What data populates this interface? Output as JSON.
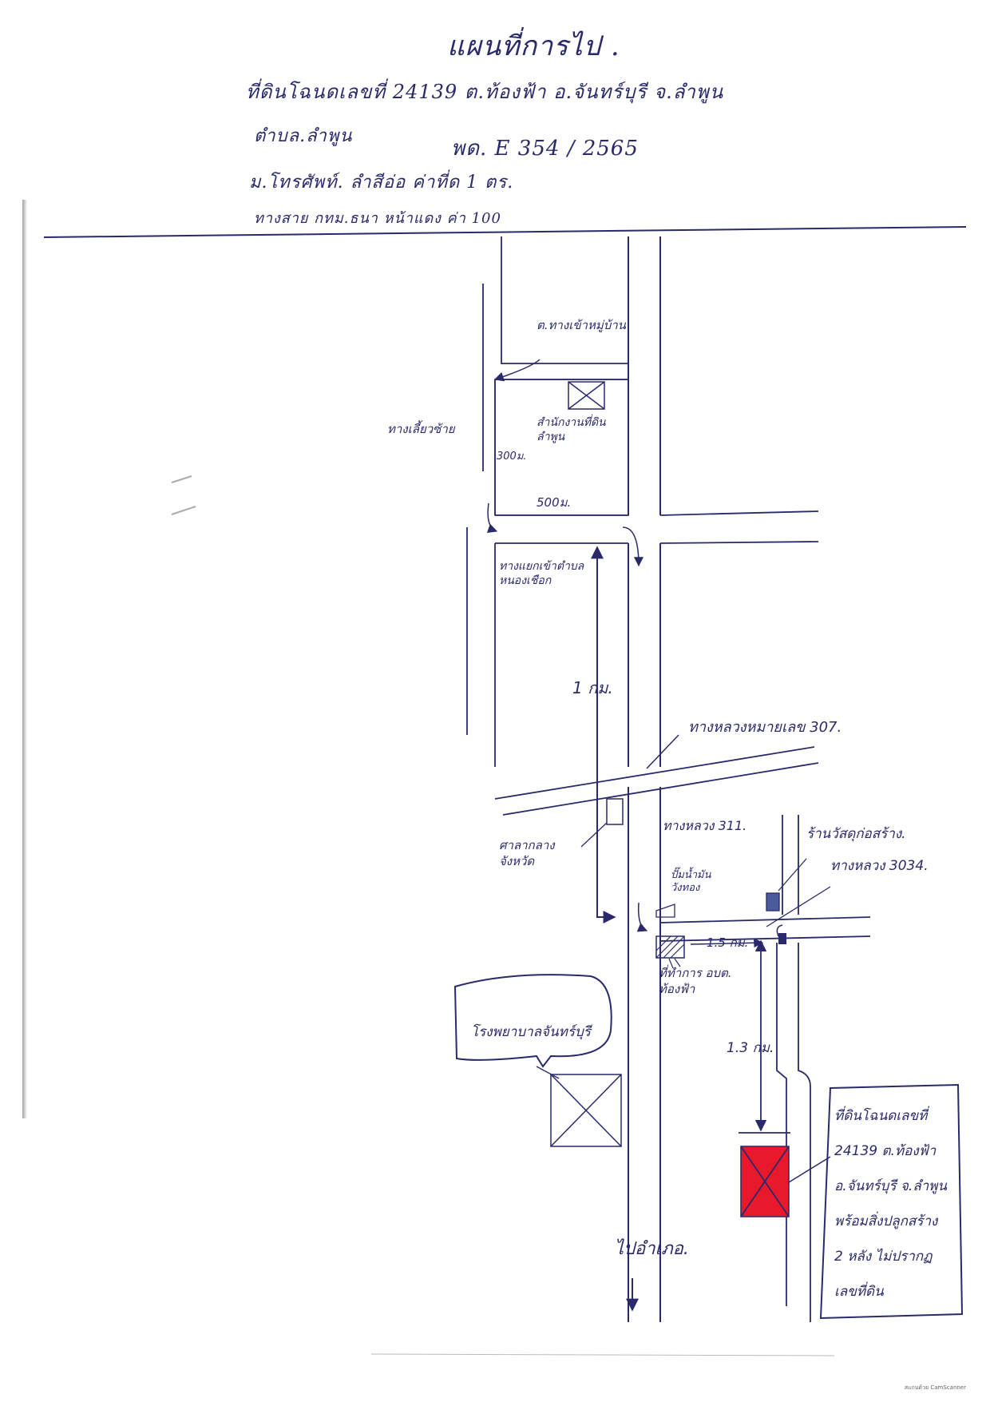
{
  "header": {
    "title": "แผนที่การไป .",
    "line1": "ที่ดินโฉนดเลขที่ 24139   ต.ท้องฟ้า   อ.จันทร์บุรี   จ.ลำพูน",
    "line2_a": "ตำบล.ลำพูน",
    "line2_b": "พด. E 354 / 2565",
    "line3": "ม.โทรศัพท์. ลำสีอ่อ  ค่าที่ด   1 ตร.",
    "line4": "ทางสาย กทม.ธนา   หน้าแดง    ค่า 100"
  },
  "labels": {
    "village_road": "ต.ทางเข้าหมู่บ้าน",
    "land_office": "สำนักงานที่ดิน\nลำพูน",
    "dist_300": "300ม.",
    "dist_500": "500ม.",
    "turn_left": "ทางเลี้ยวซ้าย",
    "intersection": "ทางแยกเข้าตำบล\nหนองเชือก",
    "dist_1km": "1 กม.",
    "highway_307": "ทางหลวงหมายเลข 307.",
    "highway_311": "ทางหลวง 311.",
    "shop": "ร้านวัสดุก่อสร้าง.",
    "highway_3034": "ทางหลวง 3034.",
    "district_office": "ศาลากลาง\nจังหวัด",
    "petrol": "ปั๊มน้ำมัน\nวังทอง",
    "dist_15": "1.5 กม.",
    "health_center": "ที่ทำการ อบต.\nท้องฟ้า",
    "school": "โรงพยาบาลจันทร์บุรี",
    "dist_13": "1.3 กม.",
    "to_city": "ไปอำเภอ.",
    "plot_note": "ที่ดินโฉนดเลขที่\n24139 ต.ท้องฟ้า\nอ.จันทร์บุรี จ.ลำพูน\nพร้อมสิ่งปลูกสร้าง\n2 หลัง ไม่ปรากฏ\nเลขที่ดิน"
  },
  "icons": {
    "land_office_marker": "crossed-box-icon",
    "target_plot": "red-crossed-box-icon",
    "arrow": "arrow-icon"
  },
  "colors": {
    "ink": "#2a2a6a",
    "plot_fill": "#e8192a",
    "pencil": "#888888"
  },
  "watermark": "สแกนด้วย CamScanner"
}
